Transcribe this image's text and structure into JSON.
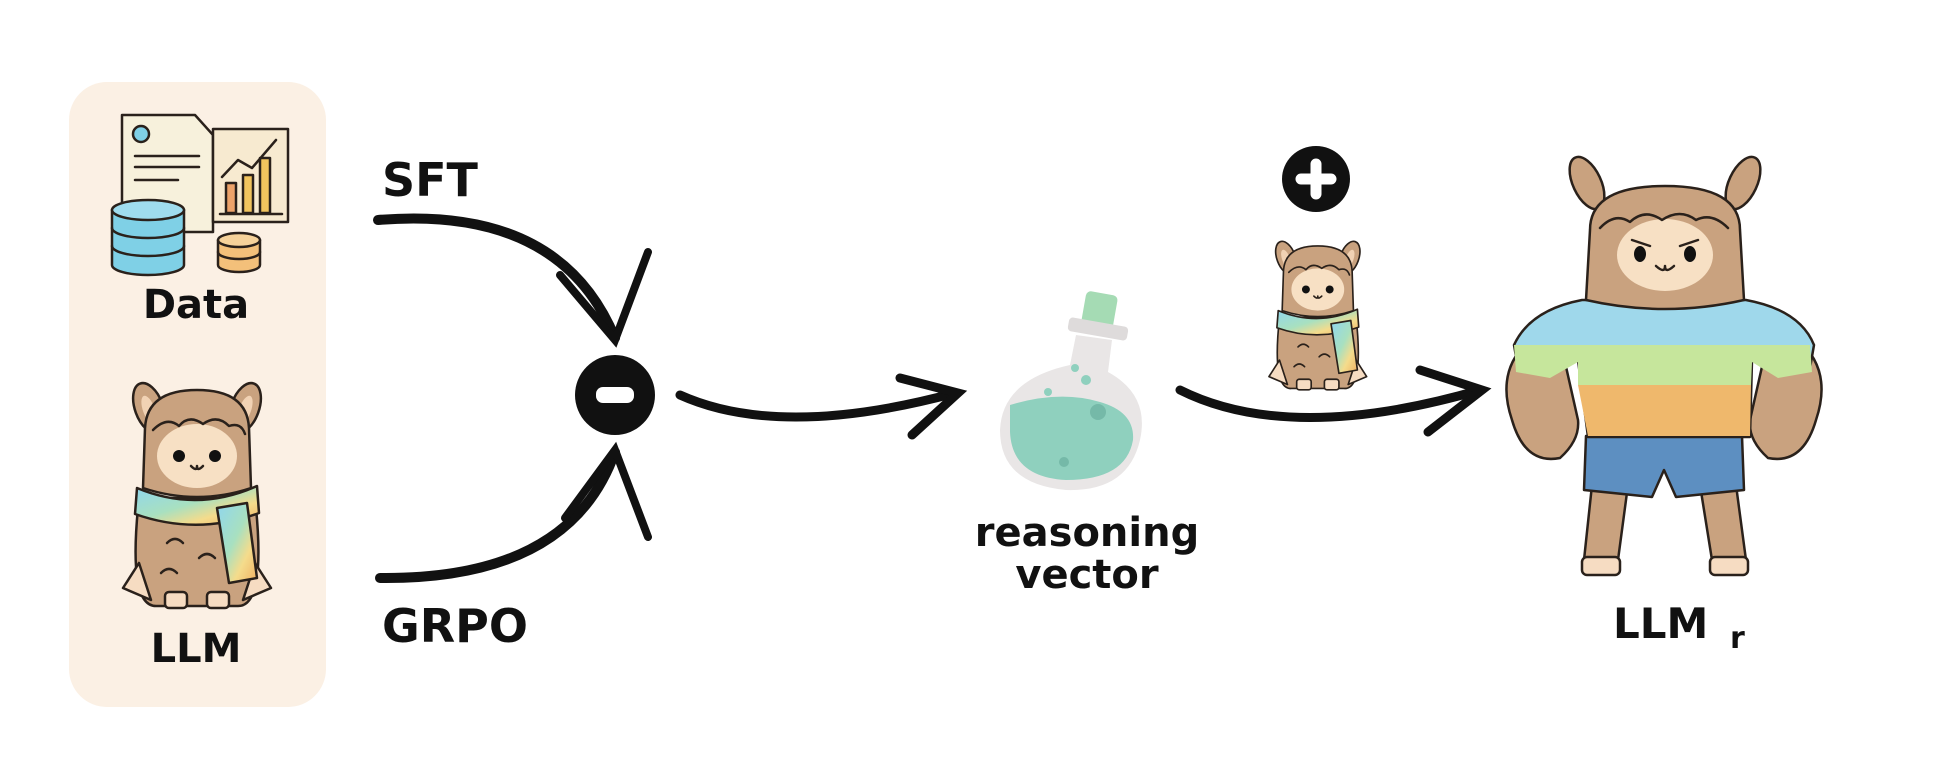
{
  "left_panel": {
    "data_label": "Data",
    "llm_label": "LLM"
  },
  "methods": {
    "sft_label": "SFT",
    "grpo_label": "GRPO"
  },
  "operators": {
    "minus": "minus-icon",
    "plus": "plus-icon"
  },
  "vector": {
    "line1": "reasoning",
    "line2": "vector"
  },
  "result": {
    "label": "LLM",
    "subscript": "r"
  },
  "colors": {
    "panel_bg": "#fbf0e4",
    "fur": "#c9a27f",
    "face": "#f7e0c4",
    "shirt_blue": "#9fd8eb",
    "shirt_green": "#c6e69c",
    "shirt_orange": "#efb86c",
    "shorts": "#5d8fc1",
    "potion": "#8fd0be",
    "ink": "#111111"
  }
}
